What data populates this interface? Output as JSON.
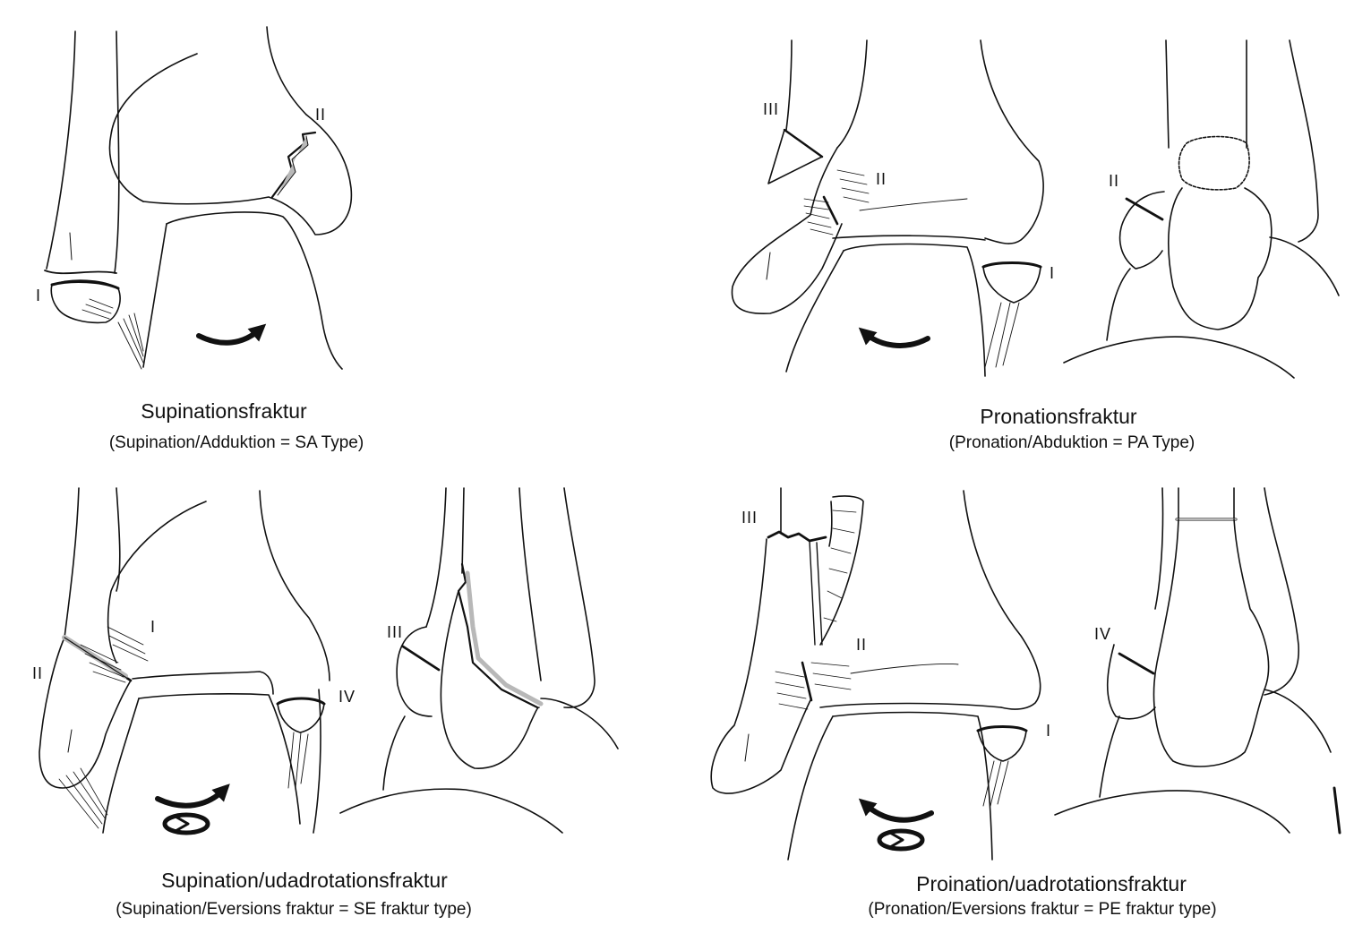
{
  "panels": [
    {
      "title": "Supinationsfraktur",
      "subtitle": "(Supination/Adduktion = SA Type)",
      "labels": [
        "II",
        "I"
      ]
    },
    {
      "title": "Pronationsfraktur",
      "subtitle": "(Pronation/Abduktion = PA Type)",
      "labels": [
        "III",
        "II",
        "I",
        "II"
      ]
    },
    {
      "title": "Supination/udadrotationsfraktur",
      "subtitle": "(Supination/Eversions fraktur = SE fraktur type)",
      "labels": [
        "I",
        "II",
        "IV",
        "III"
      ]
    },
    {
      "title": "Proination/uadrotationsfraktur",
      "subtitle": "(Pronation/Eversions fraktur = PE fraktur type)",
      "labels": [
        "III",
        "II",
        "I",
        "IV"
      ]
    }
  ],
  "colors": {
    "line": "#111111",
    "fracture_fill": "#b8b8b8",
    "background": "#ffffff"
  }
}
